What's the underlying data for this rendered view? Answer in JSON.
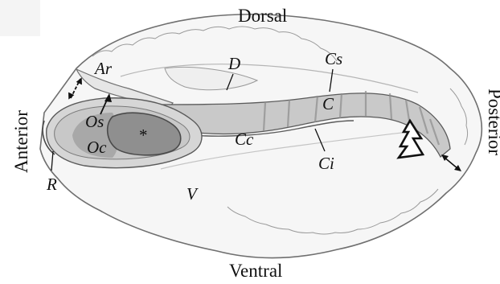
{
  "orientation": {
    "dorsal": "Dorsal",
    "ventral": "Ventral",
    "anterior": "Anterior",
    "posterior": "Posterior"
  },
  "labels": {
    "Ar": "Ar",
    "D": "D",
    "Cs": "Cs",
    "C": "C",
    "Os": "Os",
    "Oc": "Oc",
    "star": "*",
    "Cc": "Cc",
    "Ci": "Ci",
    "R": "R",
    "V": "V"
  },
  "colors": {
    "outline": "#6f6f6f",
    "shell_fill": "#f6f6f6",
    "dark_chamber": "#9a9a9a",
    "mid_gray": "#b7b7b7",
    "light_gray": "#d9d9d9",
    "label": "#111111"
  }
}
